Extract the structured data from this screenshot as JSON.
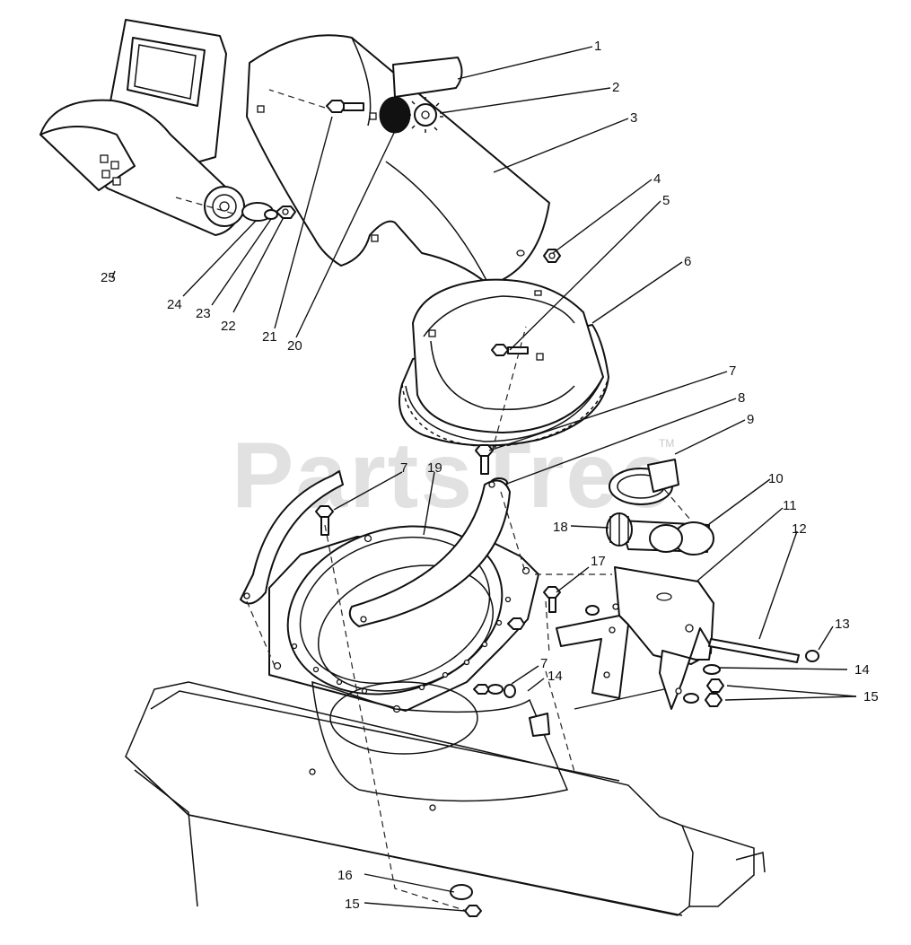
{
  "watermark": {
    "text": "PartsTree",
    "trademark": "TM"
  },
  "callouts": [
    {
      "id": "c1",
      "label": "1"
    },
    {
      "id": "c2",
      "label": "2"
    },
    {
      "id": "c3",
      "label": "3"
    },
    {
      "id": "c4",
      "label": "4"
    },
    {
      "id": "c5",
      "label": "5"
    },
    {
      "id": "c6",
      "label": "6"
    },
    {
      "id": "c7a",
      "label": "7"
    },
    {
      "id": "c8",
      "label": "8"
    },
    {
      "id": "c9",
      "label": "9"
    },
    {
      "id": "c10",
      "label": "10"
    },
    {
      "id": "c11",
      "label": "11"
    },
    {
      "id": "c12",
      "label": "12"
    },
    {
      "id": "c13",
      "label": "13"
    },
    {
      "id": "c14a",
      "label": "14"
    },
    {
      "id": "c15a",
      "label": "15"
    },
    {
      "id": "c7b",
      "label": "7"
    },
    {
      "id": "c19",
      "label": "19"
    },
    {
      "id": "c17",
      "label": "17"
    },
    {
      "id": "c18",
      "label": "18"
    },
    {
      "id": "c7c",
      "label": "7"
    },
    {
      "id": "c14b",
      "label": "14"
    },
    {
      "id": "c16",
      "label": "16"
    },
    {
      "id": "c15b",
      "label": "15"
    },
    {
      "id": "c20",
      "label": "20"
    },
    {
      "id": "c21",
      "label": "21"
    },
    {
      "id": "c22",
      "label": "22"
    },
    {
      "id": "c23",
      "label": "23"
    },
    {
      "id": "c24",
      "label": "24"
    },
    {
      "id": "c25",
      "label": "25"
    }
  ]
}
